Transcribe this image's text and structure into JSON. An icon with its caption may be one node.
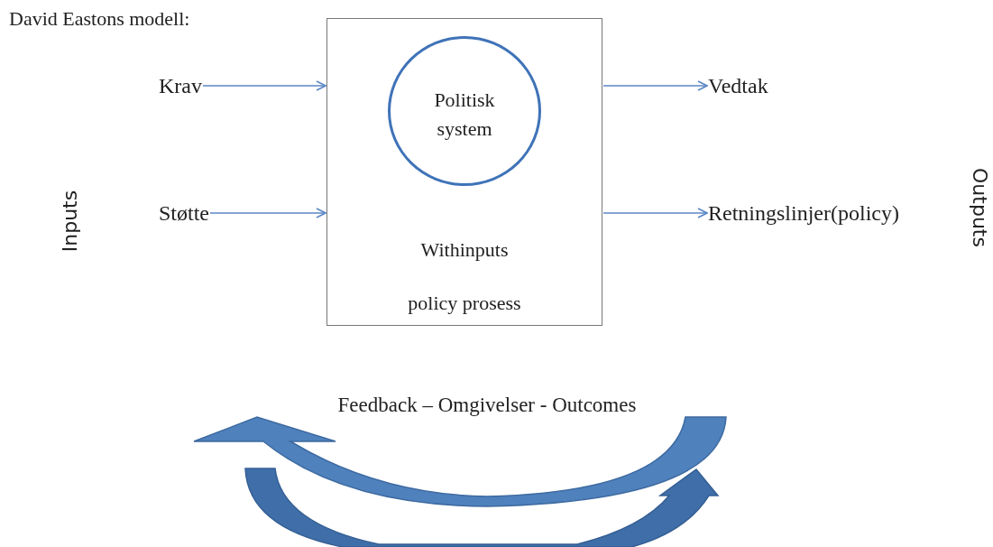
{
  "diagram": {
    "title": "David Eastons modell:",
    "nodes": [
      {
        "text": [
          "Withinputs",
          "policy prosess"
        ]
      },
      {
        "text": [
          "Politisk system"
        ],
        "in": 0
      },
      {
        "text": [
          "Krav"
        ]
      },
      {
        "text": [
          "Støtte"
        ]
      },
      {
        "text": [
          "Vedtak"
        ]
      },
      {
        "text": [
          "Retningslinjer(policy)"
        ]
      }
    ],
    "edges": [
      {
        "from": 2,
        "to": 0,
        "arrow": "to"
      },
      {
        "from": 3,
        "to": 0,
        "arrow": "to"
      },
      {
        "from": 0,
        "to": 4,
        "arrow": "to"
      },
      {
        "from": 0,
        "to": 5,
        "arrow": "to"
      }
    ],
    "labels": [
      "Inputs",
      "Outputs",
      "Feedback – Omgivelser - Outcomes"
    ]
  }
}
